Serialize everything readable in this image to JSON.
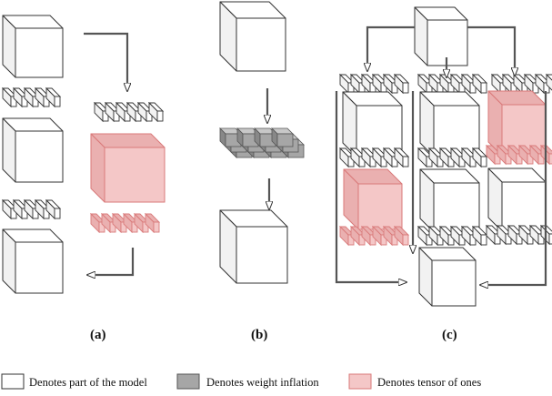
{
  "captions": {
    "a": "(a)",
    "b": "(b)",
    "c": "(c)"
  },
  "legend": {
    "model": "Denotes part of the model",
    "inflation": "Denotes weight inflation",
    "ones": "Denotes tensor of ones"
  },
  "colors": {
    "model_fill": "#ffffff",
    "model_side": "#f2f2f2",
    "inflation_fill": "#a6a6a6",
    "inflation_side": "#888888",
    "ones_fill": "#f4c7c7",
    "ones_side": "#eab0b0",
    "ones_stroke": "#d97a7a",
    "line": "#555555"
  }
}
